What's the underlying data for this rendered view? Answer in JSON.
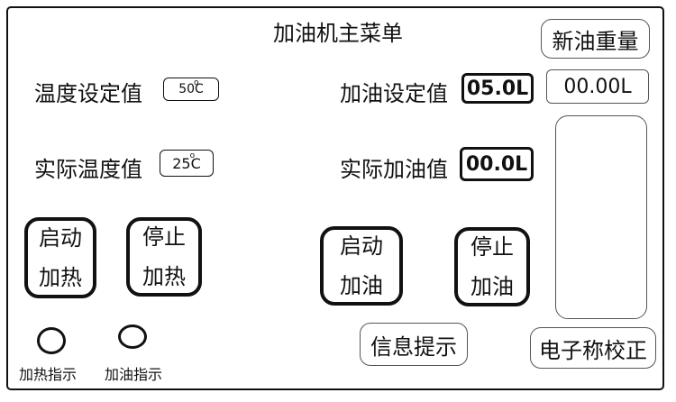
{
  "title": "加油机主菜单",
  "new_oil_weight_button": "新油重量",
  "temp_setpoint": {
    "label": "温度设定值",
    "value": "50",
    "unit": "C"
  },
  "actual_temp": {
    "label": "实际温度值",
    "value": "25",
    "unit": "C"
  },
  "fuel_setpoint": {
    "label": "加油设定值",
    "value": "05.0L"
  },
  "actual_fuel": {
    "label": "实际加油值",
    "value": "00.0L"
  },
  "weight_readout": "00.00L",
  "start_heat": {
    "line1": "启动",
    "line2": "加热"
  },
  "stop_heat": {
    "line1": "停止",
    "line2": "加热"
  },
  "start_fuel": {
    "line1": "启动",
    "line2": "加油"
  },
  "stop_fuel": {
    "line1": "停止",
    "line2": "加油"
  },
  "info_button": "信息提示",
  "calibrate_button": "电子称校正",
  "heat_indicator_label": "加热指示",
  "fuel_indicator_label": "加油指示"
}
